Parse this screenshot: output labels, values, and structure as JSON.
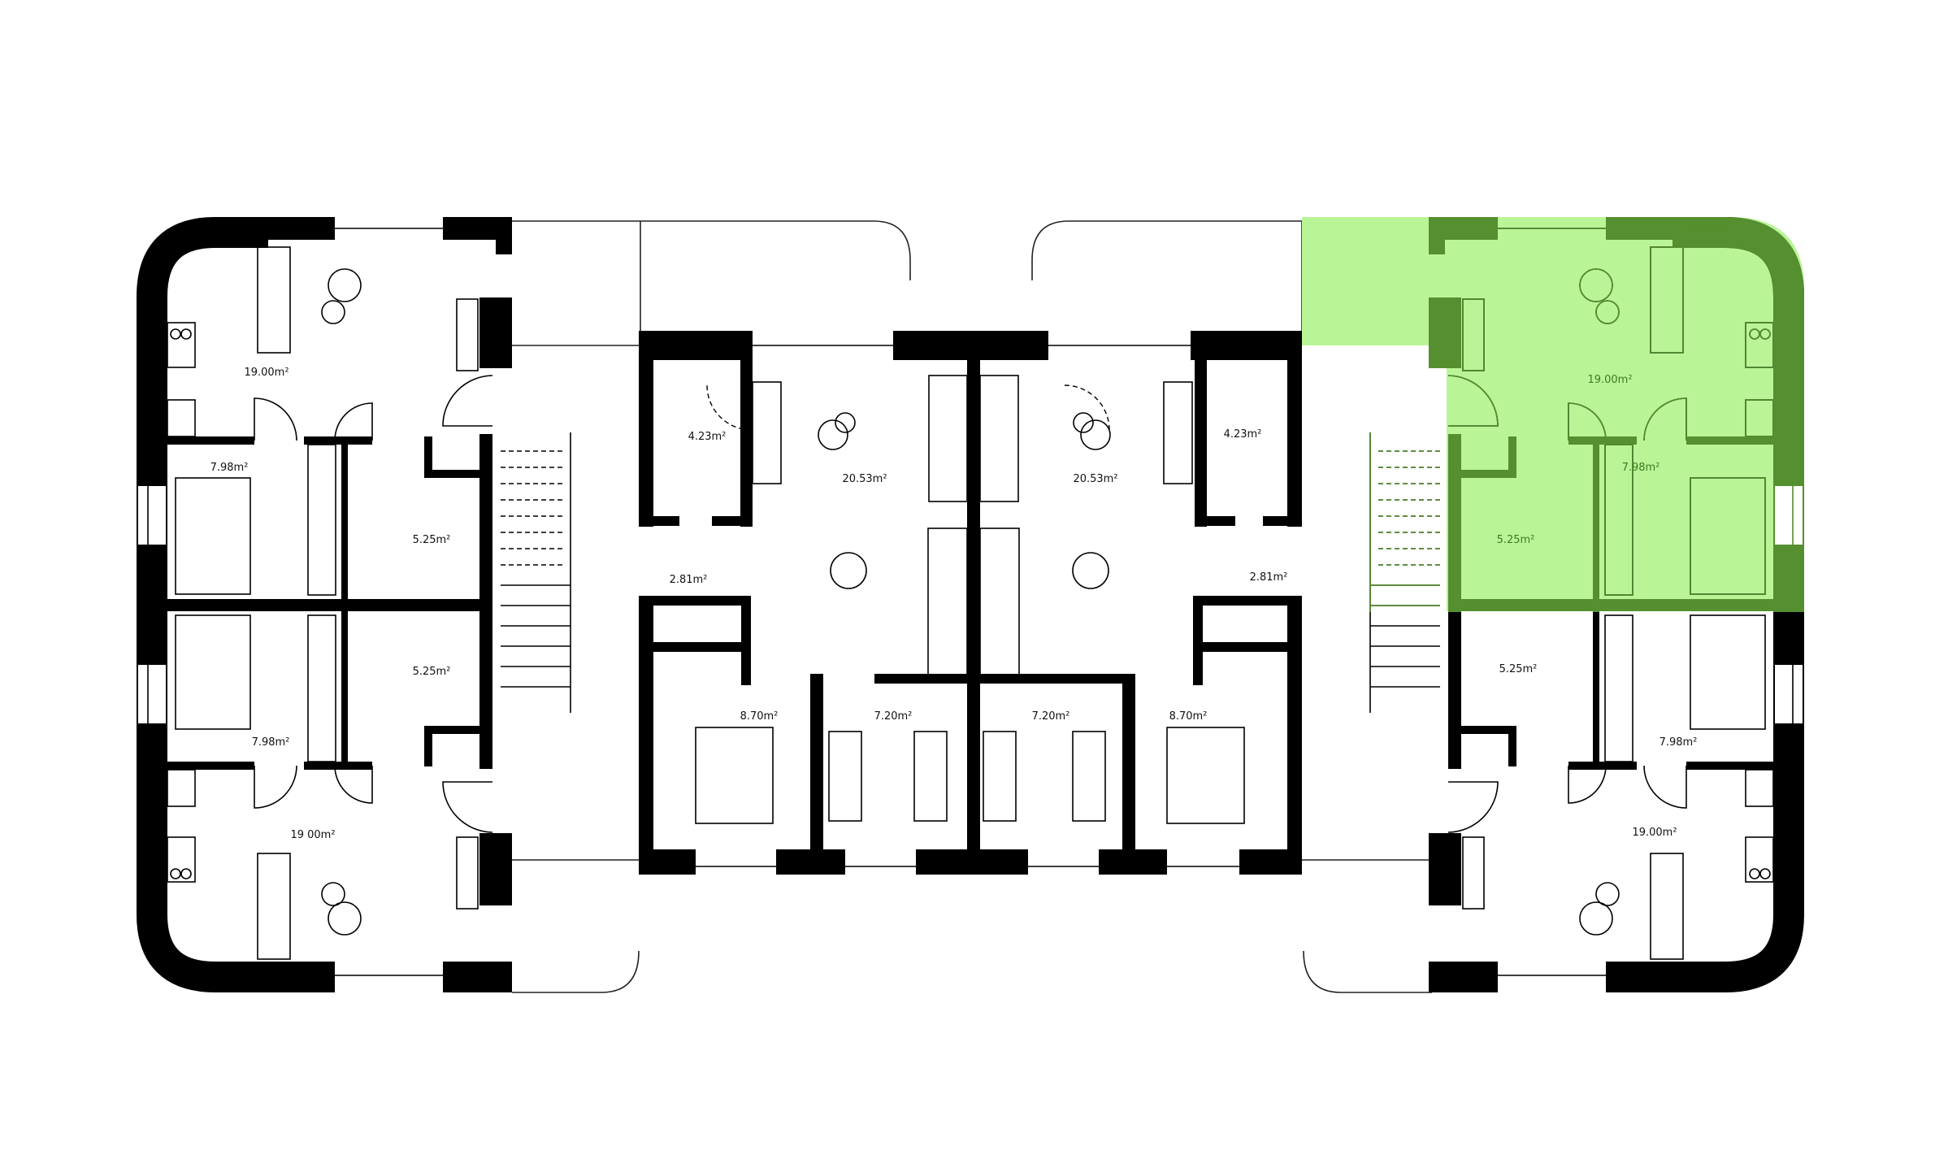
{
  "plan": {
    "colors": {
      "wall": "#000000",
      "highlight_fill": "#b9f596",
      "highlight_wall": "#558f2f",
      "highlight_text": "#3f7a22"
    },
    "left_block": {
      "living_top": "19.00m²",
      "bedroom_top": "7.98m²",
      "bath_top": "5.25m²",
      "bath_bottom": "5.25m²",
      "bedroom_bottom": "7.98m²",
      "living_bottom": "19 00m²"
    },
    "center_block": {
      "storage_left": "4.23m²",
      "living_left": "20.53m²",
      "hall_left": "2.81m²",
      "bedroom_large_left": "8.70m²",
      "bedroom_small_left": "7.20m²",
      "bedroom_small_right": "7.20m²",
      "living_right": "20.53m²",
      "storage_right": "4.23m²",
      "hall_right": "2.81m²",
      "bedroom_large_right": "8.70m²"
    },
    "right_block": {
      "living_top": "19.00m²",
      "bedroom_top": "7.98m²",
      "bath_top": "5.25m²",
      "bath_bottom": "5.25m²",
      "bedroom_bottom": "7.98m²",
      "living_bottom": "19.00m²"
    }
  }
}
